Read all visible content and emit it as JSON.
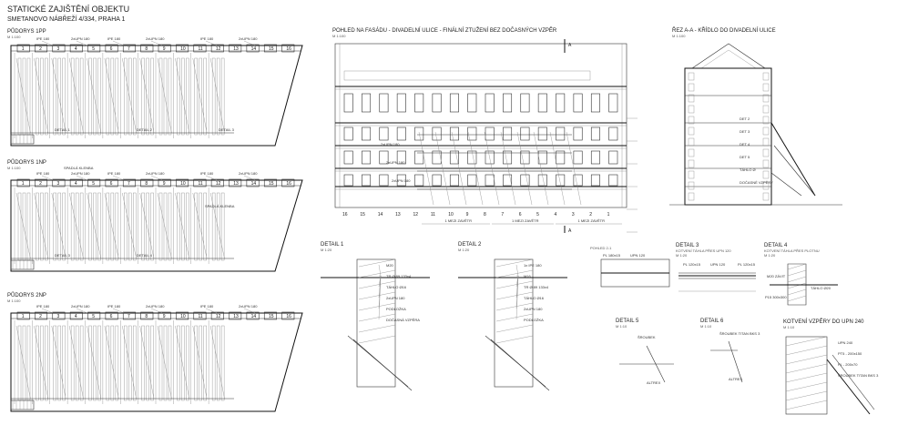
{
  "header": {
    "title": "STATICKÉ ZAJIŠTĚNÍ OBJEKTU",
    "subtitle": "SMETANOVO NÁBŘEŽÍ 4/334, PRAHA 1"
  },
  "plans": [
    {
      "title": "PŮDORYS 1PP",
      "scale": "M 1:100",
      "beam_labels": [
        "IPE 180",
        "2xUPN 180",
        "IPE 180",
        "2xUPN 180",
        "IPE 180",
        "2xUPN 180"
      ],
      "details": [
        "DETAIL 1",
        "DETAIL 2",
        "DETAIL 3"
      ]
    },
    {
      "title": "PŮDORYS 1NP",
      "scale": "M 1:100",
      "beam_labels": [
        "IPE 180",
        "2xUPN 180",
        "IPE 180",
        "2xUPN 180",
        "IPE 180",
        "2xUPN 180"
      ],
      "extra_label": "SPADLÁ KLENBA",
      "details": [
        "DETAIL 3",
        "DETAIL 4"
      ]
    },
    {
      "title": "PŮDORYS 2NP",
      "scale": "M 1:100",
      "beam_labels": [
        "IPE 180",
        "2xUPN 180",
        "IPE 180",
        "2xUPN 180",
        "IPE 180",
        "2xUPN 180"
      ],
      "details": []
    }
  ],
  "bay_numbers": [
    "1",
    "2",
    "3",
    "4",
    "5",
    "6",
    "7",
    "8",
    "9",
    "10",
    "11",
    "12",
    "13",
    "14",
    "15",
    "16"
  ],
  "facade": {
    "title": "POHLED NA FASÁDU - DIVADELNÍ ULICE - FINÁLNÍ ZTUŽENÍ BEZ DOČASNÝCH VZPĚR",
    "scale": "M 1:100",
    "section_marker": "A",
    "axis_numbers": [
      "16",
      "15",
      "14",
      "13",
      "12",
      "11",
      "10",
      "9",
      "8",
      "7",
      "6",
      "5",
      "4",
      "3",
      "2",
      "1"
    ],
    "dimension_label": "1 MEZI ZAVĚTR",
    "beam_labels": [
      "2xUPN 180",
      "2xUPN 180",
      "2xUPN 180"
    ]
  },
  "section": {
    "title": "ŘEZ A-A - KŘÍDLO DO DIVADELNÍ ULICE",
    "scale": "M 1:100",
    "labels": [
      "DET 2",
      "DET 3",
      "DET 4",
      "DET 5",
      "TÁHLO Ø",
      "DOČASNÉ VZPĚRY"
    ]
  },
  "details": [
    {
      "title": "DETAIL 1",
      "scale": "M 1:20",
      "labels": [
        "M20",
        "TR Ø 89 133x4",
        "TÁHLO Ø16",
        "2xUPN 180",
        "PODLOŽKA",
        "DOČASNÁ VZPĚRA"
      ]
    },
    {
      "title": "DETAIL 2",
      "scale": "M 1:20",
      "labels": [
        "1x IPE 180",
        "M16",
        "TR Ø 89 133x4",
        "TÁHLO Ø16",
        "2xUPN 180",
        "PODLOŽKA"
      ]
    },
    {
      "title": "POHLED 2-1",
      "scale": "",
      "labels": [
        "PL 180x15",
        "UPN 120"
      ]
    },
    {
      "title": "DETAIL 3",
      "subtitle": "KOTVENÍ TÁHLA PŘES UPN 120",
      "scale": "M 1:20",
      "labels": [
        "PL 120x15",
        "UPN 120",
        "PL 120x15"
      ]
    },
    {
      "title": "DETAIL 4",
      "subtitle": "KOTVENÍ TÁHLA PŘES PLOTNU",
      "scale": "M 1:20",
      "labels": [
        "M20 ZÁVIT",
        "P15 300x300",
        "TÁHLO Ø20"
      ]
    },
    {
      "title": "DETAIL 5",
      "scale": "M 1:10",
      "labels": [
        "ŠROUBEK",
        "ALTREX"
      ]
    },
    {
      "title": "DETAIL 6",
      "scale": "M 1:10",
      "labels": [
        "ŠROUBEK TITAN BKS 3",
        "ALTREX"
      ]
    },
    {
      "title": "KOTVENÍ VZPĚRY DO UPN 240",
      "scale": "M 1:10",
      "labels": [
        "UPN 240",
        "PT5 - 200x150",
        "PL - 200x70",
        "ŠROUBEK TITAN BKS 3"
      ]
    }
  ]
}
